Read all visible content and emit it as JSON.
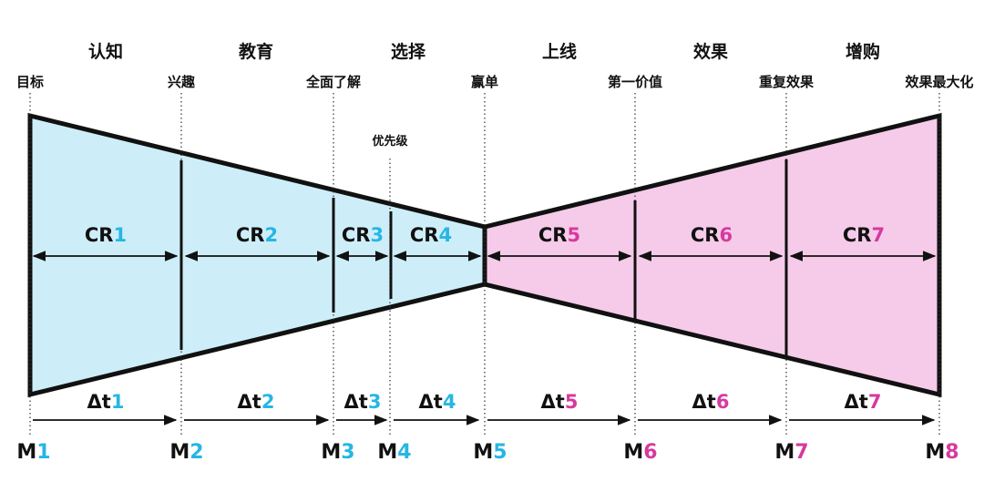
{
  "stages": [
    "认知",
    "教育",
    "选择",
    "上线",
    "效果",
    "增购"
  ],
  "milestones": [
    "目标",
    "兴趣",
    "全面了解",
    "赢单",
    "第一价值",
    "重复效果",
    "效果最大化"
  ],
  "priority_label": "优先级",
  "cr": {
    "prefix": "CR",
    "numbers": [
      "1",
      "2",
      "3",
      "4",
      "5",
      "6",
      "7"
    ]
  },
  "dt": {
    "prefix": "Δt",
    "numbers": [
      "1",
      "2",
      "3",
      "4",
      "5",
      "6",
      "7"
    ]
  },
  "m": {
    "prefix": "M",
    "numbers": [
      "1",
      "2",
      "3",
      "4",
      "5",
      "6",
      "7",
      "8"
    ]
  },
  "colors": {
    "left_fill": "#cdeef9",
    "right_fill": "#f5cbe9",
    "left_accent": "#27b6e4",
    "right_accent": "#d63a9f",
    "outline": "#111111"
  }
}
